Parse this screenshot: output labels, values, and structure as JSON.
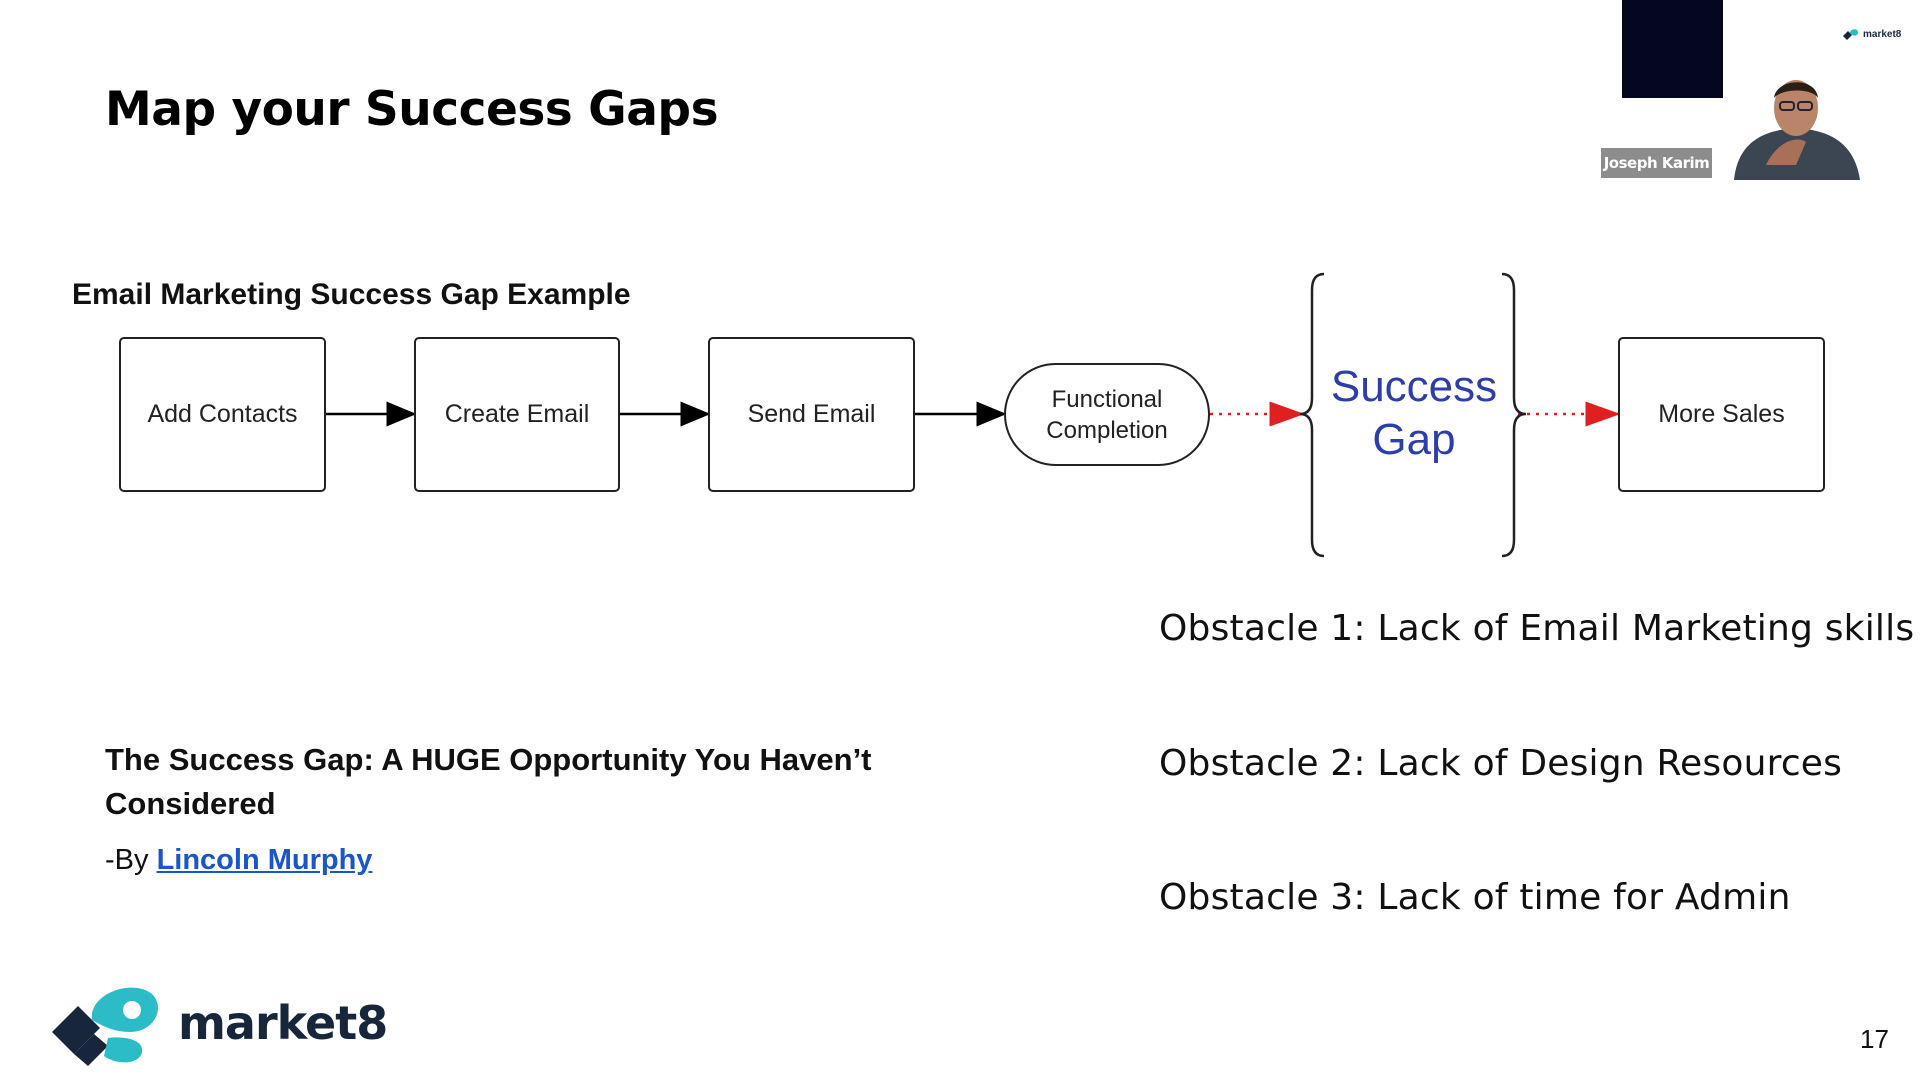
{
  "slide": {
    "title": "Map your Success Gaps",
    "page_number": "17"
  },
  "video": {
    "participant_name": "Joseph Karim"
  },
  "brand": {
    "name": "market8",
    "colors": {
      "dark": "#17263a",
      "teal": "#2bbcc8"
    }
  },
  "diagram": {
    "label": "Email Marketing Success Gap Example",
    "steps": [
      "Add Contacts",
      "Create Email",
      "Send Email"
    ],
    "completion": {
      "line1": "Functional",
      "line2": "Completion"
    },
    "gap": {
      "line1": "Success",
      "line2": "Gap"
    },
    "outcome": "More Sales",
    "colors": {
      "arrow": "#000000",
      "dotted_arrow": "#e02020",
      "gap_text": "#2e3ea8"
    }
  },
  "reference": {
    "title": "The Success Gap: A HUGE Opportunity You Haven’t Considered",
    "by_prefix": "-By ",
    "author": "Lincoln Murphy",
    "link_color": "#1a56c4"
  },
  "obstacles": [
    "Obstacle 1: Lack of Email Marketing skills",
    "Obstacle 2: Lack of Design Resources",
    "Obstacle 3: Lack of time for Admin"
  ]
}
